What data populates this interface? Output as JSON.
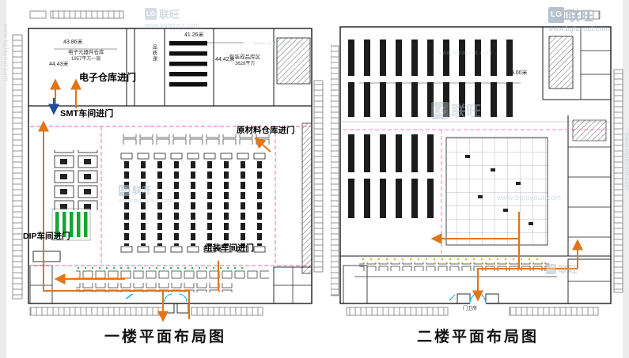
{
  "captions": {
    "floor1": "一楼平面布局图",
    "floor2": "二楼平面布局图"
  },
  "watermark": {
    "mark": "LG",
    "brand": "联旺",
    "url": "www.bglayout.com"
  },
  "floor1": {
    "entries": {
      "electronic": "电子仓库进门",
      "smt": "SMT车间进门",
      "material": "原材料仓库进门",
      "dip": "DIP车间进门",
      "assembly": "组装车间进门"
    },
    "rooms": {
      "component_warehouse_l1": "电子元器件仓库",
      "component_warehouse_l2": "1957平方一层",
      "quality": "品质课",
      "packing_l1": "包装成品库区",
      "packing_l2": "3628平方"
    },
    "dims": {
      "d1": "43.86米",
      "d2": "44.43米",
      "d3": "41.26米",
      "d4": "44.42米"
    }
  },
  "floor2": {
    "dims": {
      "d1": "79.00米"
    },
    "rooms": {
      "gate": "门卫房"
    }
  },
  "colors": {
    "flow": "#e0751a",
    "zone": "#ef5fa7",
    "green": "#18a332",
    "cyan": "#18b2e8"
  }
}
